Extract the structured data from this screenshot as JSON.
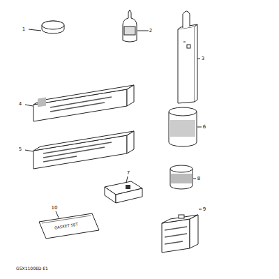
{
  "diagram": {
    "labels": [
      "1",
      "2",
      "3",
      "4",
      "5",
      "6",
      "7",
      "8",
      "10",
      "9",
      "GASKET SET",
      "GSX1100ED E1"
    ]
  }
}
